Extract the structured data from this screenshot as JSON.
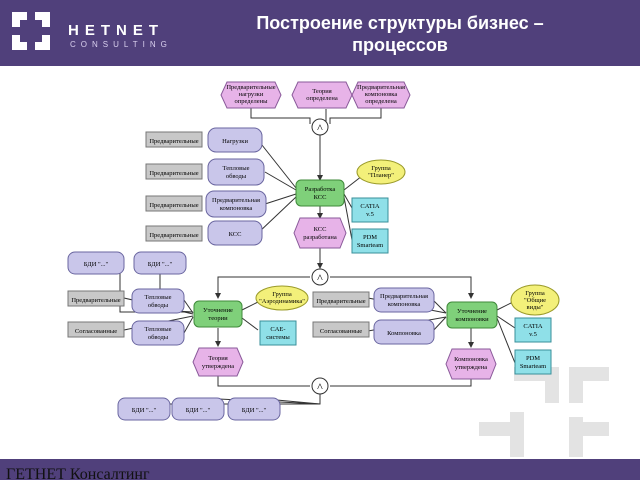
{
  "header": {
    "logo_line1": "HETNET",
    "logo_line2": "CONSULTING",
    "title_line1": "Построение структуры бизнес –",
    "title_line2": "процессов"
  },
  "footer": {
    "text": "ГЕТНЕТ Консалтинг"
  },
  "diagram": {
    "top_events": [
      [
        "Предварительные",
        "нагрузки",
        "определены"
      ],
      [
        "Теория",
        "определена"
      ],
      [
        "Предварительная",
        "компоновка",
        "определена"
      ]
    ],
    "stage1": {
      "docs": [
        "Предварительные",
        "Предварительные",
        "Предварительные",
        "Предварительные"
      ],
      "data": [
        [
          "Нагрузки"
        ],
        [
          "Тепловые",
          "обводы"
        ],
        [
          "Предварительная",
          "компоновка"
        ],
        [
          "КСС"
        ]
      ],
      "function": [
        "Разработка",
        "КСС"
      ],
      "group": [
        "Группа",
        "\"Планер\""
      ],
      "systems": [
        [
          "CATIA",
          "v.5"
        ],
        [
          "PDM",
          "Smarteam"
        ]
      ],
      "event": [
        "КСС",
        "разработана"
      ]
    },
    "bdi": [
      "БДИ \"...\"",
      "БДИ \"...\""
    ],
    "left_branch": {
      "docs": [
        "Предварительные",
        "Согласованные"
      ],
      "data": [
        [
          "Тепловые",
          "обводы"
        ],
        [
          "Тепловые",
          "обводы"
        ]
      ],
      "function": [
        "Уточнение",
        "теории"
      ],
      "group": [
        "Группа",
        "\"Аэродинамика\""
      ],
      "system": [
        "CAE-",
        "системы"
      ],
      "event": [
        "Теория",
        "утверждена"
      ]
    },
    "right_branch": {
      "docs": [
        "Предварительные",
        "Согласованные"
      ],
      "data": [
        [
          "Предварительная",
          "компоновка"
        ],
        [
          "Компоновка"
        ]
      ],
      "function": [
        "Уточнение",
        "компоновки"
      ],
      "group": [
        "Группа",
        "\"Общие",
        "виды\""
      ],
      "systems": [
        [
          "CATIA",
          "v.5"
        ],
        [
          "PDM",
          "Smarteam"
        ]
      ],
      "event": [
        "Компоновка",
        "утверждена"
      ]
    },
    "bottom_bdi": [
      "БДИ \"...\"",
      "БДИ \"...\"",
      "БДИ \"...\""
    ],
    "connector_symbol": "^"
  }
}
